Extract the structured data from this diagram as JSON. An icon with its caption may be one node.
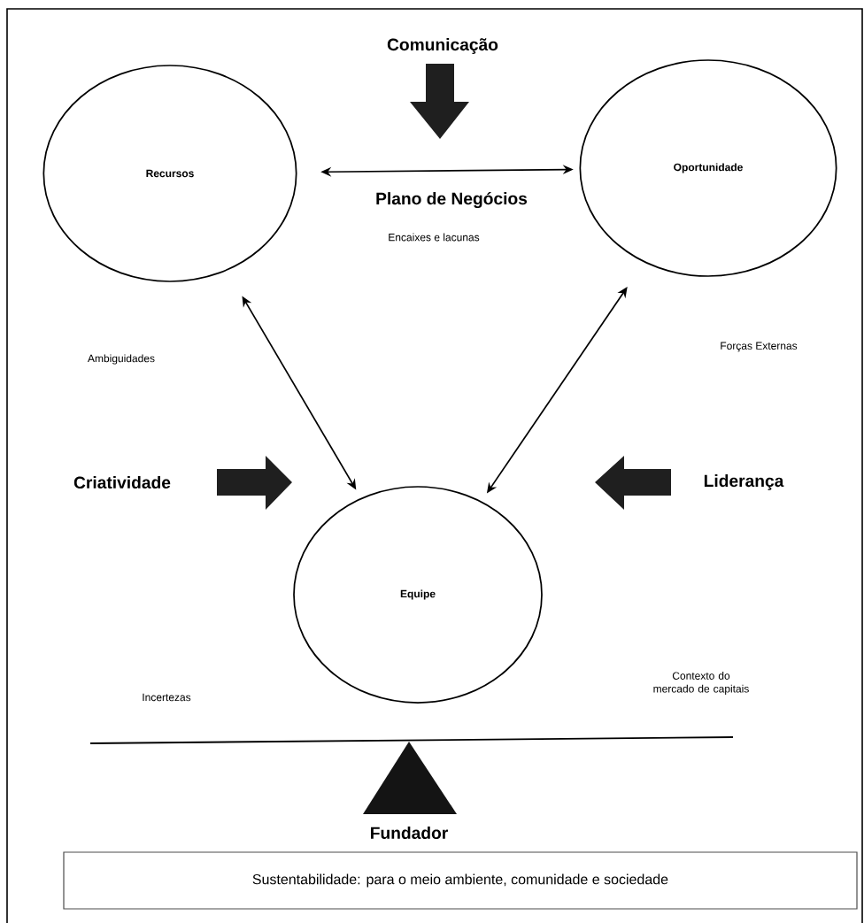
{
  "diagram": {
    "nodes": [
      {
        "text": [
          "Recursos"
        ]
      },
      {
        "text": [
          "Oportunidade"
        ]
      },
      {
        "text": [
          "Equipe"
        ]
      },
      {
        "text": [
          "Sustentabilidade: para o meio ambiente, comunidade e sociedade"
        ]
      }
    ],
    "edges": [
      {
        "from": 0,
        "to": 1,
        "arrow": "both"
      },
      {
        "from": 0,
        "to": 2,
        "arrow": "both"
      },
      {
        "from": 1,
        "to": 2,
        "arrow": "both"
      }
    ],
    "labels": [
      "Comunicação",
      "Plano de Negócios",
      "Encaixes e lacunas",
      "Ambiguidades",
      "Forças Externas",
      "Criatividade",
      "Liderança",
      "Incertezas",
      "Contexto do mercado de capitais",
      "Fundador"
    ]
  }
}
